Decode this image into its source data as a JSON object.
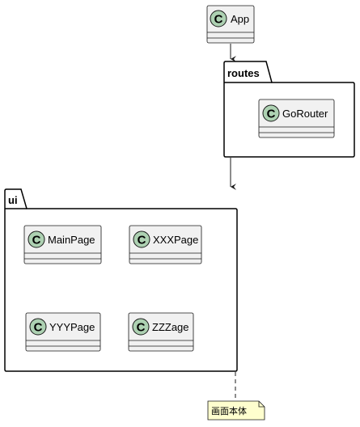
{
  "diagram": {
    "classes": [
      {
        "id": "app",
        "name": "App",
        "stereotype": "C"
      },
      {
        "id": "gorouter",
        "name": "GoRouter",
        "stereotype": "C"
      },
      {
        "id": "mainpage",
        "name": "MainPage",
        "stereotype": "C"
      },
      {
        "id": "xxxpage",
        "name": "XXXPage",
        "stereotype": "C"
      },
      {
        "id": "yyypage",
        "name": "YYYPage",
        "stereotype": "C"
      },
      {
        "id": "zzzage",
        "name": "ZZZage",
        "stereotype": "C"
      }
    ],
    "packages": [
      {
        "id": "routes",
        "name": "routes"
      },
      {
        "id": "ui",
        "name": "ui"
      }
    ],
    "note": {
      "text": "画面本体"
    },
    "colors": {
      "class_fill": "#f1f1f1",
      "class_border": "#181818",
      "circle_fill": "#add1b2",
      "note_fill": "#fefece",
      "line": "#181818"
    }
  }
}
